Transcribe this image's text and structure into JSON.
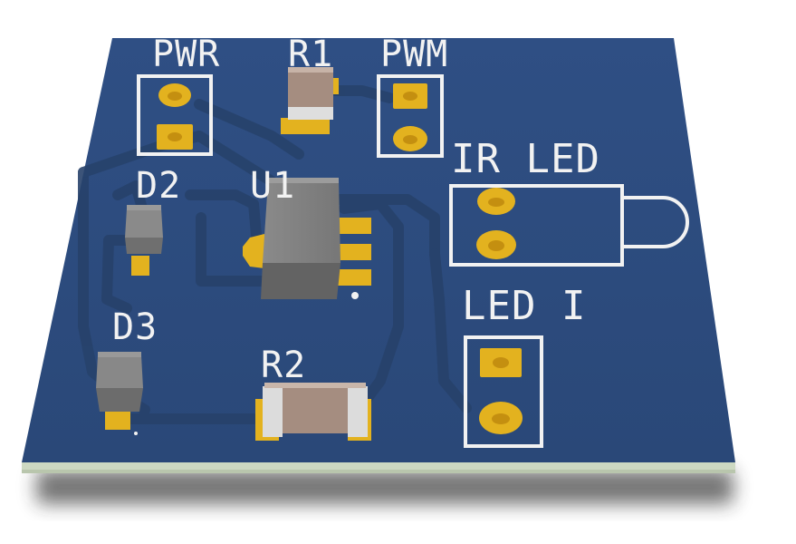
{
  "board": {
    "colors": {
      "soldermask": "#2c4a7d",
      "soldermask_dark": "#233d69",
      "trace": "#2a4670",
      "silkscreen": "#f2f2f2",
      "pad_gold": "#e3b21f",
      "hole": "#d49d14",
      "substrate_edge": "#cdd9c2",
      "component_body": "#7c7c7c",
      "resistor_body": "#a58d80",
      "resistor_cap": "#dcdcdc"
    },
    "labels": {
      "pwr": "PWR",
      "r1": "R1",
      "pwm": "PWM",
      "d2": "D2",
      "u1": "U1",
      "ir_led": "IR LED",
      "d3": "D3",
      "r2": "R2",
      "led_i": "LED I"
    }
  }
}
